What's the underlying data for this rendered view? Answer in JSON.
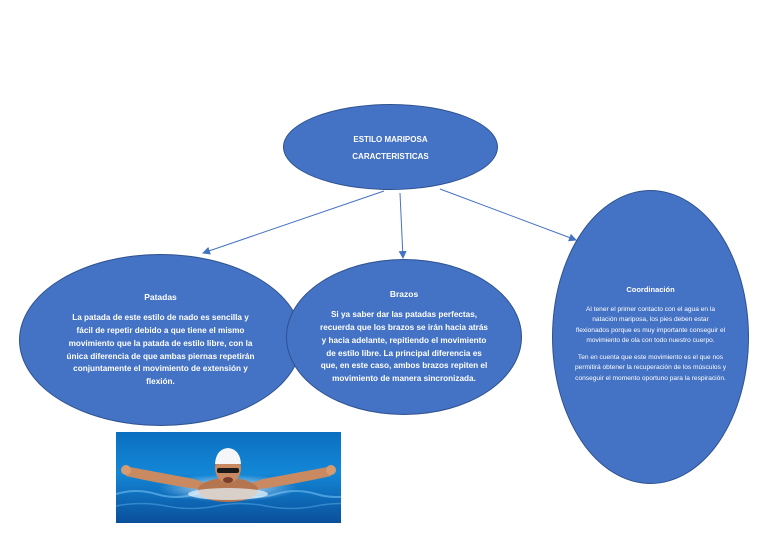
{
  "diagram": {
    "center": {
      "line1": "ESTILO MARIPOSA",
      "line2": "CARACTERISTICAS"
    },
    "patadas": {
      "title": "Patadas",
      "text": "La patada de este estilo de nado es sencilla y fácil de repetir debido a que tiene el mismo movimiento que la patada de estilo libre, con la única diferencia de que ambas piernas repetirán conjuntamente el movimiento de extensión y flexión."
    },
    "brazos": {
      "title": "Brazos",
      "text": "Si ya saber dar las patadas perfectas, recuerda que los brazos se irán hacia atrás y hacia adelante, repitiendo el movimiento de estilo libre. La principal diferencia es que, en este caso, ambos brazos repiten el movimiento de manera sincronizada."
    },
    "coordinacion": {
      "title": "Coordinación",
      "paragraph1": "Al tener el primer contacto con el agua en la natación mariposa, los pies deben estar flexionados porque es muy importante conseguir el movimiento de ola con todo nuestro cuerpo.",
      "paragraph2": "Ten en cuenta que este movimiento es el que nos permitirá obtener la recuperación de los músculos y conseguir el momento oportuno para la respiración."
    }
  },
  "colors": {
    "node_fill": "#4472c4",
    "node_border": "#2f528f",
    "arrow": "#4472c4"
  },
  "image": {
    "subject": "butterfly-swimmer-photo"
  }
}
